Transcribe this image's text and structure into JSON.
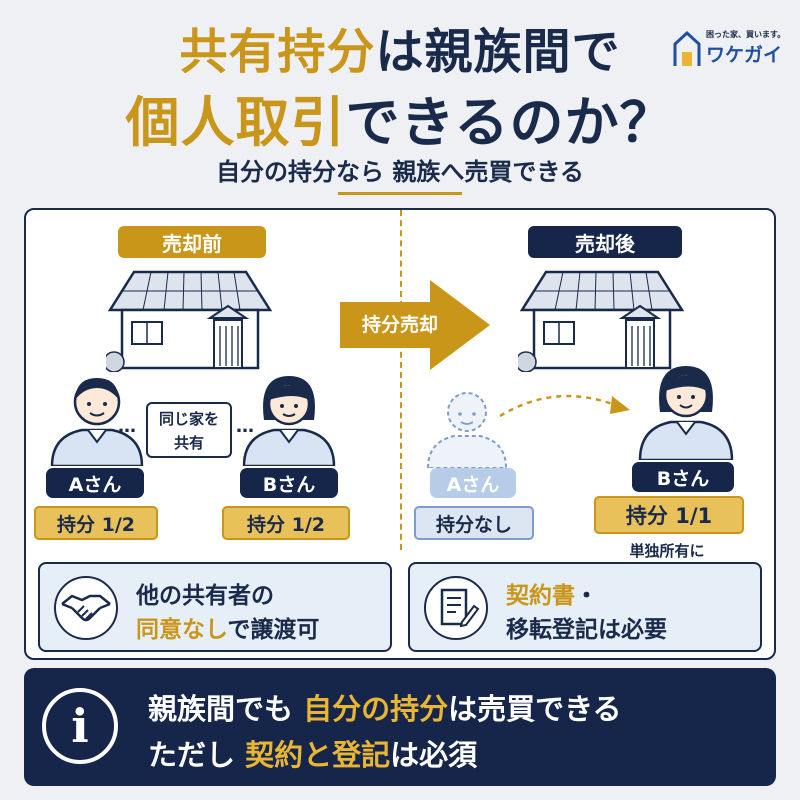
{
  "title": {
    "line1_highlight": "共有持分",
    "line1_rest": "は親族間で",
    "line2_highlight": "個人取引",
    "line2_rest": "できるのか？",
    "subtitle": "自分の持分なら 親族へ売買できる"
  },
  "logo": {
    "tagline": "困った家、買います。",
    "name": "ワケガイ"
  },
  "before": {
    "label": "売却前",
    "person_a": {
      "name": "Aさん",
      "share": "持分 1/2"
    },
    "person_b": {
      "name": "Bさん",
      "share": "持分 1/2"
    },
    "shared_line1": "同じ家を",
    "shared_line2": "共有",
    "dots": "…"
  },
  "arrow_label": "持分売却",
  "after": {
    "label": "売却後",
    "person_a": {
      "name": "Aさん",
      "share": "持分なし"
    },
    "person_b": {
      "name": "Bさん",
      "share": "持分 1/1",
      "note": "単独所有に"
    }
  },
  "info_left": {
    "icon": "handshake-icon",
    "line1": "他の共有者の",
    "line2_highlight": "同意なし",
    "line2_rest": "で譲渡可"
  },
  "info_right": {
    "icon": "document-pen-icon",
    "line1_highlight": "契約書",
    "line1_rest": "・",
    "line2": "移転登記は必要"
  },
  "footer": {
    "icon": "info-icon",
    "glyph": "i",
    "line1_pre": "親族間でも ",
    "line1_highlight": "自分の持分",
    "line1_rest": "は売買できる",
    "line2_pre": "ただし ",
    "line2_highlight": "契約と登記",
    "line2_rest": "は必須"
  },
  "colors": {
    "navy": "#15264a",
    "gold": "#c9961a",
    "light_blue": "#e6eef8",
    "logo_blue": "#1f4fa0"
  }
}
